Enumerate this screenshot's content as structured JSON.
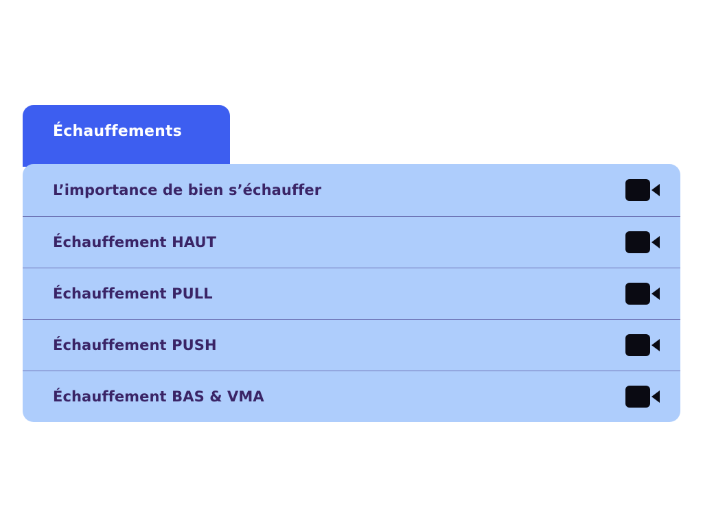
{
  "tab": {
    "label": "Échauffements"
  },
  "items": [
    {
      "label": "L’importance de bien s’échauffer",
      "icon": "video-camera-icon"
    },
    {
      "label": "Échauffement HAUT",
      "icon": "video-camera-icon"
    },
    {
      "label": "Échauffement PULL",
      "icon": "video-camera-icon"
    },
    {
      "label": "Échauffement PUSH",
      "icon": "video-camera-icon"
    },
    {
      "label": "Échauffement BAS & VMA",
      "icon": "video-camera-icon"
    }
  ],
  "colors": {
    "tab_background": "#3d5ef0",
    "list_background": "#aecdfc",
    "label_text": "#3a2466",
    "divider": "#6f76b8",
    "icon": "#0a0a12"
  }
}
